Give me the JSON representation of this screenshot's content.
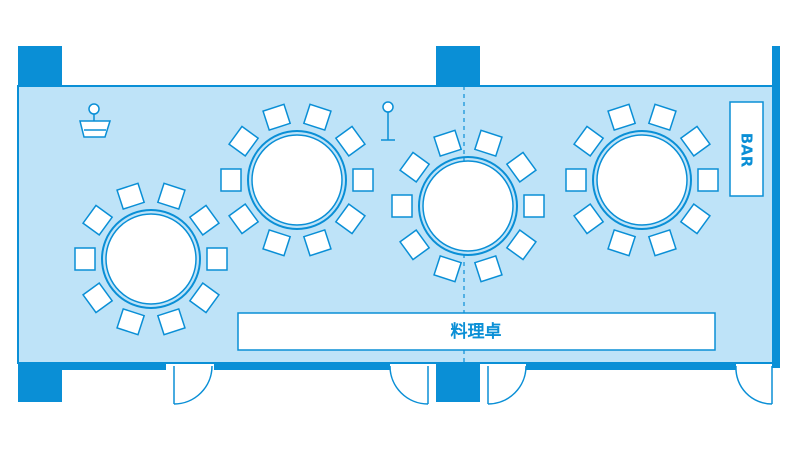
{
  "labels": {
    "bar": "BAR",
    "buffet_table": "料理卓"
  },
  "colors": {
    "wall": "#0a8fd6",
    "room_fill": "#bee3f8",
    "table_fill": "#ffffff",
    "accent_text": "#0a8fd6"
  },
  "tables": [
    {
      "name": "round-table-1",
      "seats": 10
    },
    {
      "name": "round-table-2",
      "seats": 10
    },
    {
      "name": "round-table-3",
      "seats": 10
    },
    {
      "name": "round-table-4",
      "seats": 10
    }
  ],
  "icons": [
    "podium-icon",
    "microphone-stand-icon"
  ]
}
